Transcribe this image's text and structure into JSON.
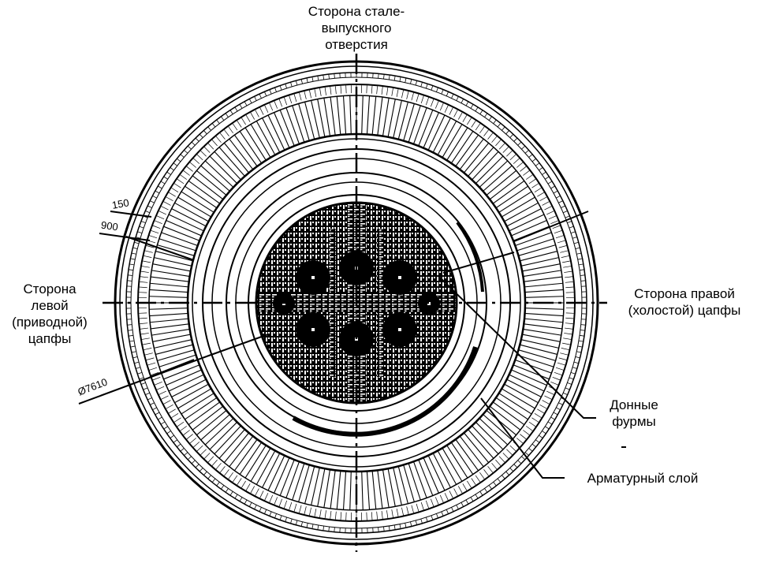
{
  "labels": {
    "top": "Сторона стале-\nвыпускного\nотверстия",
    "left": "Сторона\nлевой\n(приводной)\nцапфы",
    "right": "Сторона правой\n(холостой) цапфы",
    "bottom_tuyeres": "Донные\nфурмы",
    "working_layer": "Арматурный слой"
  },
  "dimensions": {
    "d150": "150",
    "d900": "900",
    "diameter": "Ø7610"
  },
  "colors": {
    "ink": "#000000",
    "paper": "#ffffff"
  }
}
